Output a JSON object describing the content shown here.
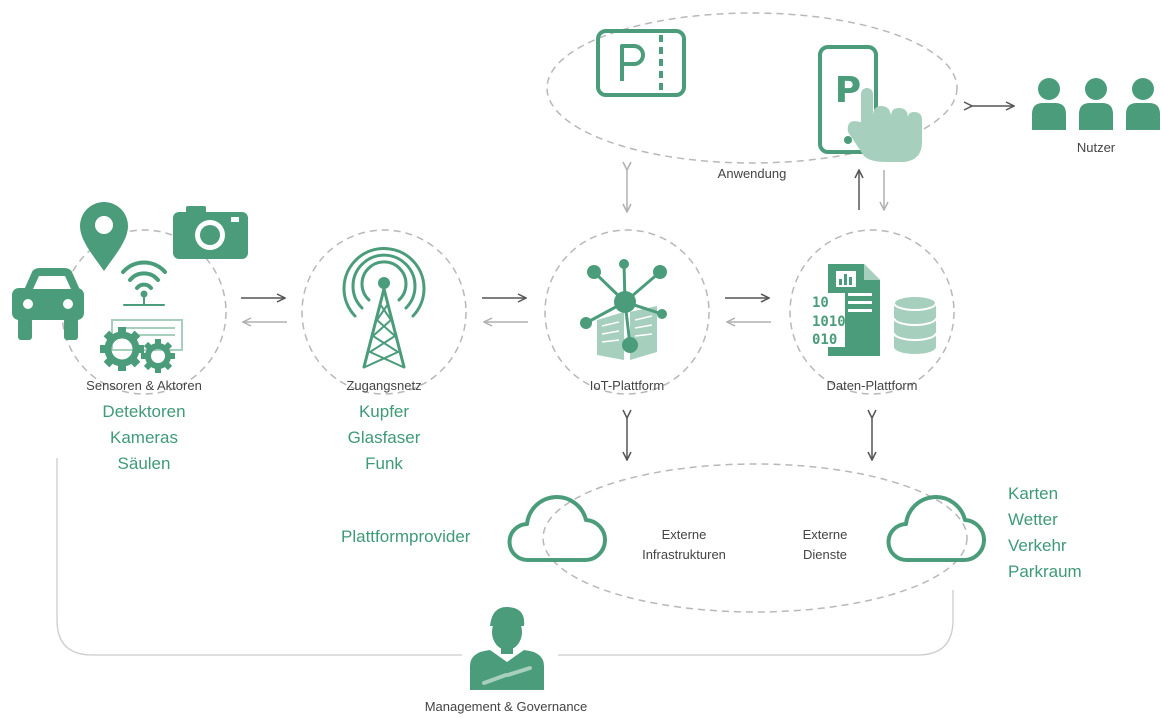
{
  "colors": {
    "primary": "#4a9c7b",
    "light": "#a6cfbd",
    "dash": "#b8b8b8",
    "arrow_dark": "#555555",
    "arrow_light": "#b0b0b0",
    "line": "#cccccc"
  },
  "nodes": {
    "sensors": {
      "title": "Sensoren & Aktoren",
      "items": [
        "Detektoren",
        "Kameras",
        "Säulen"
      ]
    },
    "access": {
      "title": "Zugangsnetz",
      "items": [
        "Kupfer",
        "Glasfaser",
        "Funk"
      ]
    },
    "iot": {
      "title": "IoT-Plattform"
    },
    "data": {
      "title": "Daten-Plattform"
    },
    "application": {
      "title": "Anwendung"
    },
    "users": {
      "title": "Nutzer"
    },
    "provider": {
      "label": "Plattformprovider"
    },
    "external_infra": {
      "line1": "Externe",
      "line2": "Infrastrukturen"
    },
    "external_services": {
      "line1": "Externe",
      "line2": "Dienste",
      "items": [
        "Karten",
        "Wetter",
        "Verkehr",
        "Parkraum"
      ]
    },
    "management": {
      "title": "Management & Governance"
    }
  },
  "icons": [
    "car-icon",
    "location-pin-icon",
    "camera-icon",
    "wifi-icon",
    "gears-icon",
    "radio-tower-icon",
    "iot-network-icon",
    "data-document-icon",
    "database-icon",
    "parking-sign-icon",
    "smartphone-parking-icon",
    "hand-pointer-icon",
    "users-icon",
    "cloud-icon",
    "manager-icon"
  ]
}
